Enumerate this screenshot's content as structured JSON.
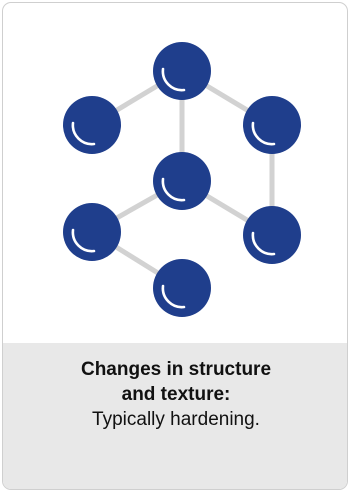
{
  "caption": {
    "title_line1": "Changes in structure",
    "title_line2": "and texture:",
    "description": "Typically hardening."
  },
  "colors": {
    "atom_fill": "#1f3e8c",
    "atom_highlight": "#ffffff",
    "bond": "#d2d2d2",
    "card_border": "#cfcfcf",
    "caption_background": "#e8e8e8"
  },
  "diagram": {
    "nodes": [
      "top",
      "upper-left",
      "upper-right",
      "center",
      "lower-left",
      "lower-right",
      "bottom"
    ],
    "bonds": [
      [
        "top",
        "upper-left"
      ],
      [
        "top",
        "upper-right"
      ],
      [
        "top",
        "center"
      ],
      [
        "upper-right",
        "lower-right"
      ],
      [
        "center",
        "lower-left"
      ],
      [
        "center",
        "lower-right"
      ],
      [
        "lower-left",
        "bottom"
      ]
    ]
  }
}
